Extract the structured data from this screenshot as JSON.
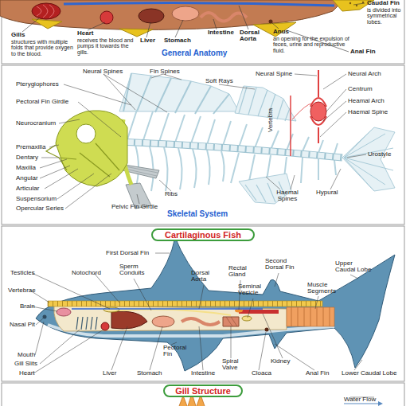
{
  "diagram": {
    "nodes": [
      {
        "text": [
          "Cartilaginous Fish"
        ]
      },
      {
        "text": [
          "Gill Structure"
        ]
      }
    ],
    "labels": [
      "Gills",
      "structures with multiple folds that provide oxygen to the blood.",
      "Heart",
      "receives the blood and pumps it towards the gills.",
      "Liver",
      "Stomach",
      "Intestine",
      "Dorsal Aorta",
      "Anus",
      "an opening for the expulsion of feces, urine and reproductive fluid.",
      "Caudal Fin",
      "is divided into symmetrical lobes.",
      "Anal Fin",
      "General Anatomy",
      "Neural Spines",
      "Fin Spines",
      "Soft Rays",
      "Neural Spine",
      "Neural Arch",
      "Centrum",
      "Heamal Arch",
      "Haemal Spine",
      "Pterygiophores",
      "Pectoral Fin Girdle",
      "Neurocranium",
      "Vertebra",
      "Premaxilla",
      "Dentary",
      "Maxilla",
      "Angular",
      "Articular",
      "Suspensorium",
      "Opercular Series",
      "Ribs",
      "Pelvic Fin Girdle",
      "Haemal Spines",
      "Hypural",
      "Urostyle",
      "Skeletal System",
      "First Dorsal Fin",
      "Testicles",
      "Notochord",
      "Sperm Conduits",
      "Dorsal Aorta",
      "Rectal Gland",
      "Second Dorsal Fin",
      "Upper Caudal Lobe",
      "Vertebrae",
      "Seminal Vesicle",
      "Muscle Segments",
      "Brain",
      "Nasal Pit",
      "Mouth",
      "Gill Slits",
      "Heart",
      "Liver",
      "Stomach",
      "Pectoral Fin",
      "Intestine",
      "Spiral Valve",
      "Cloaca",
      "Kidney",
      "Anal Fin",
      "Lower Caudal Lobe",
      "Water Flow"
    ]
  }
}
